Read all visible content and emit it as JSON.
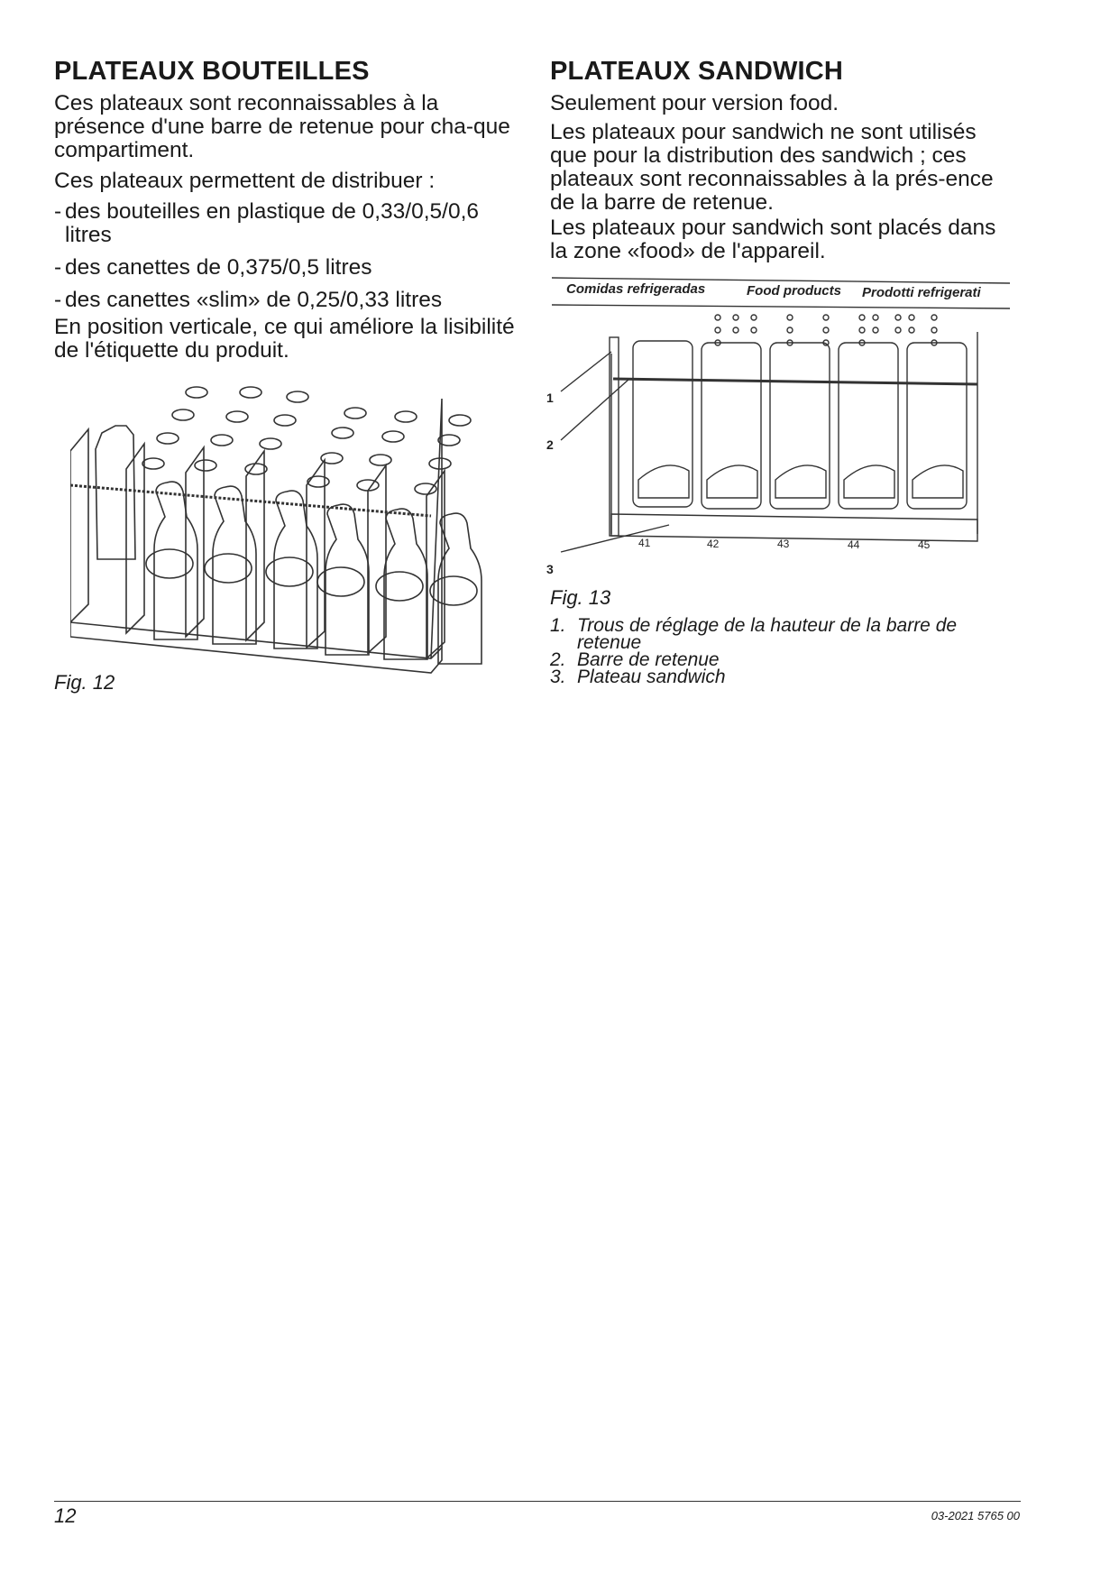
{
  "left": {
    "title": "PLATEAUX BOUTEILLES",
    "p1": "Ces plateaux sont reconnaissables à la présence d'une barre de retenue pour cha-que compartiment.",
    "p2": "Ces plateaux permettent de distribuer :",
    "items": [
      "des bouteilles en plastique de 0,33/0,5/0,6 litres",
      "des canettes de 0,375/0,5 litres",
      "des canettes «slim» de 0,25/0,33 litres"
    ],
    "p3": "En position verticale, ce qui améliore la lisibilité de l'étiquette du produit.",
    "fig_caption": "Fig. 12"
  },
  "right": {
    "title": "PLATEAUX SANDWICH",
    "p1": "Seulement pour version food.",
    "p2": "Les plateaux pour sandwich ne sont utilisés que pour la distribution des sandwich ; ces plateaux sont reconnaissables à la prés-ence de la barre de retenue.",
    "p3": "Les plateaux pour sandwich sont placés dans la zone «food» de l'appareil.",
    "figure": {
      "banner": [
        "Comidas refrigeradas",
        "Food products",
        "Prodotti refrigerati"
      ],
      "callouts": [
        "1",
        "2",
        "3"
      ],
      "slots": [
        "41",
        "42",
        "43",
        "44",
        "45"
      ]
    },
    "fig_caption": "Fig. 13",
    "legend": [
      {
        "num": "1.",
        "text": "Trous de réglage de la hauteur de la barre de retenue"
      },
      {
        "num": "2.",
        "text": "Barre de retenue"
      },
      {
        "num": "3.",
        "text": "Plateau sandwich"
      }
    ]
  },
  "footer": {
    "page": "12",
    "code": "03-2021 5765 00"
  }
}
